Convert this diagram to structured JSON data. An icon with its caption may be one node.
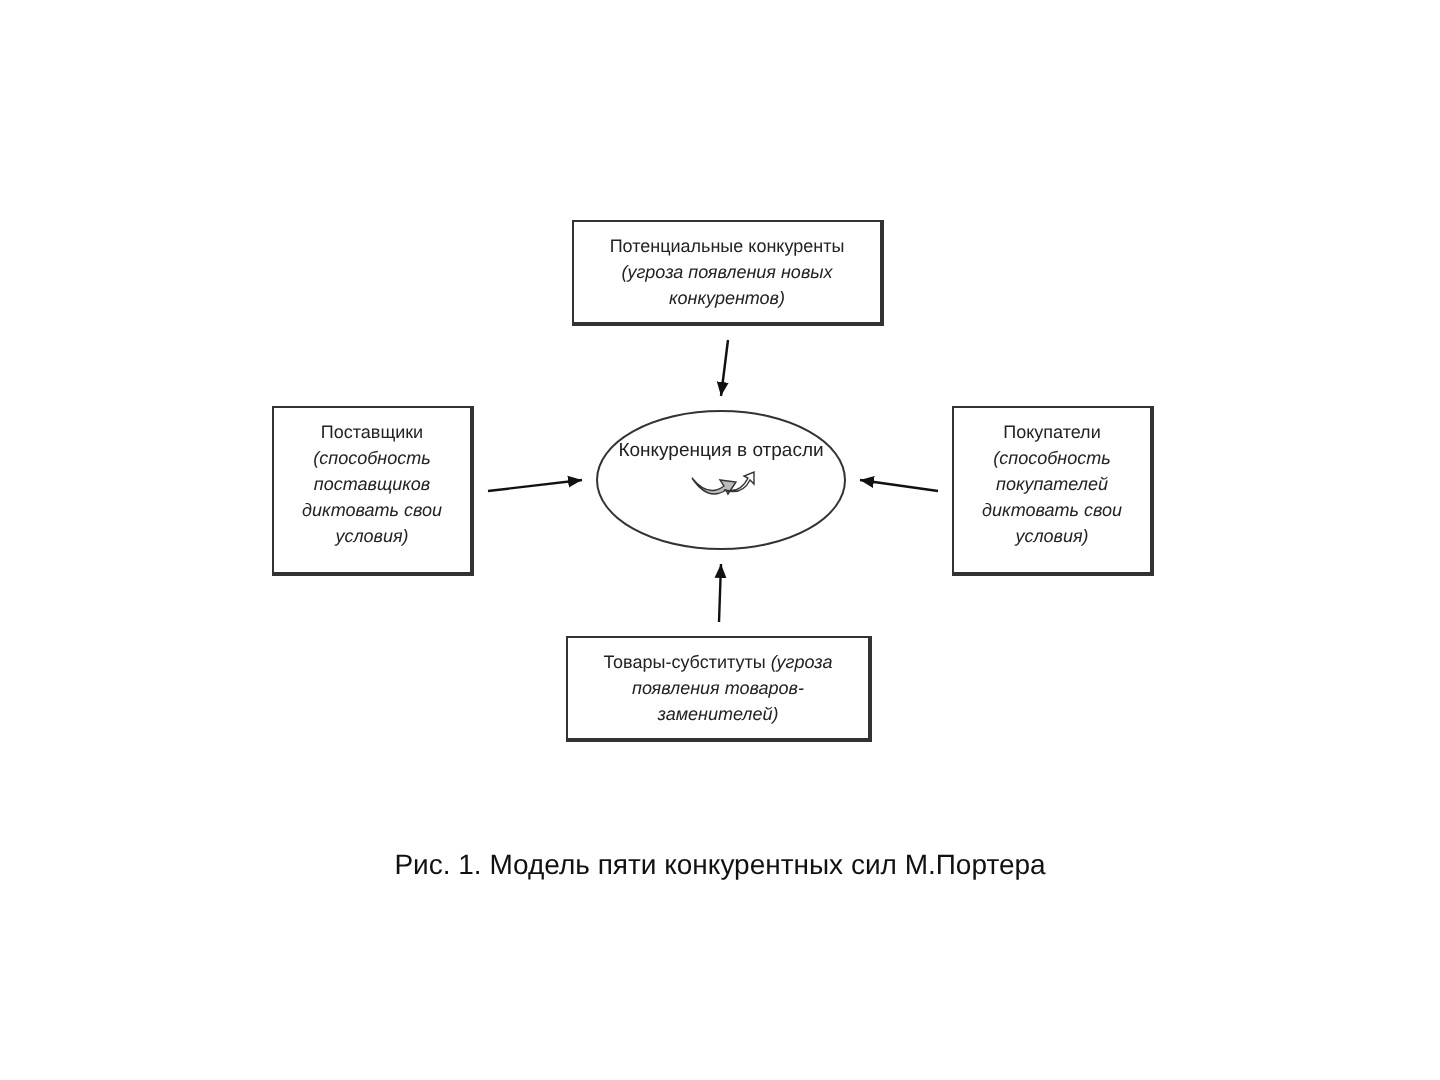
{
  "diagram": {
    "caption": "Рис. 1. Модель пяти конкурентных сил М.Портера",
    "nodes": [
      {
        "text": [
          "Потенциальные конкуренты *(угроза появления новых конкурентов)*"
        ]
      },
      {
        "text": [
          "Поставщики *(способность поставщиков диктовать свои условия)*"
        ]
      },
      {
        "text": [
          "Конкуренция в отрасли"
        ]
      },
      {
        "text": [
          "Покупатели *(способность покупателей диктовать свои условия)*"
        ]
      },
      {
        "text": [
          "Товары-субституты *(угроза появления товаров-заменителей)*"
        ]
      }
    ],
    "edges": [
      {
        "from": 0,
        "to": 2,
        "arrow": "to"
      },
      {
        "from": 1,
        "to": 2,
        "arrow": "to"
      },
      {
        "from": 3,
        "to": 2,
        "arrow": "to"
      },
      {
        "from": 4,
        "to": 2,
        "arrow": "to"
      }
    ]
  }
}
